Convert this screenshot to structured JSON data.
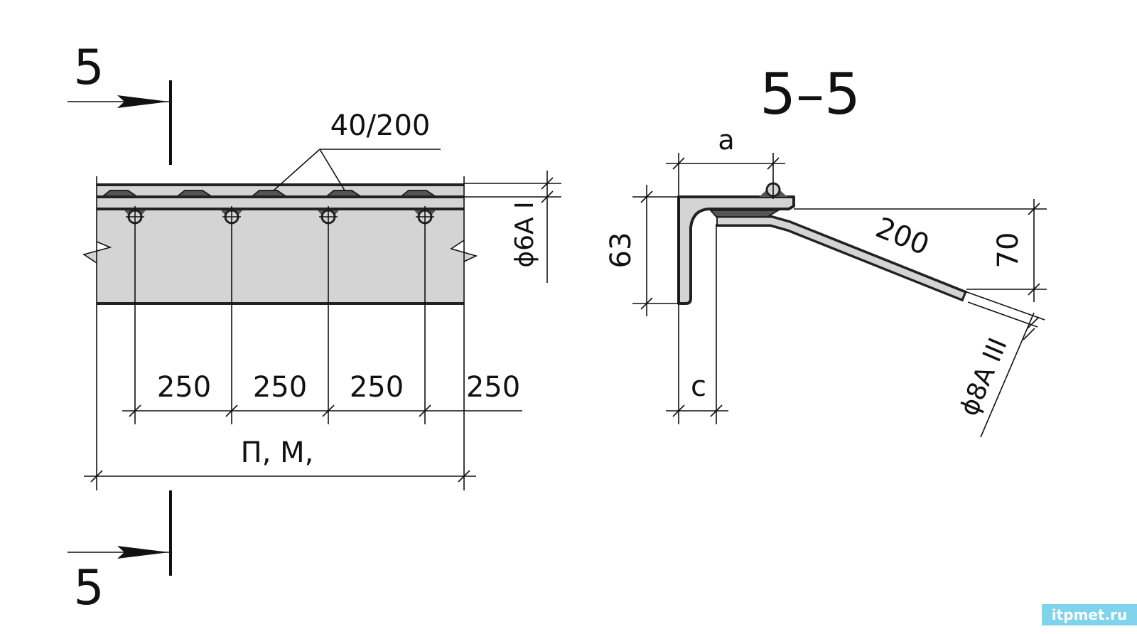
{
  "plan_view": {
    "section_mark_top": "5",
    "section_mark_bottom": "5",
    "mesh_label": "40/200",
    "rebar_label": "ϕ6A I",
    "spacings": [
      "250",
      "250",
      "250",
      "250"
    ],
    "overall_label": "П, М,"
  },
  "section_view": {
    "title": "5–5",
    "dim_a": "a",
    "dim_63": "63",
    "dim_200": "200",
    "dim_70": "70",
    "dim_c": "c",
    "rebar_label": "ϕ8A III"
  },
  "watermark": "itpmet.ru",
  "colors": {
    "fill": "#d4d4d4",
    "weld": "#555555",
    "watermark_bg": "#7fd3ea"
  }
}
